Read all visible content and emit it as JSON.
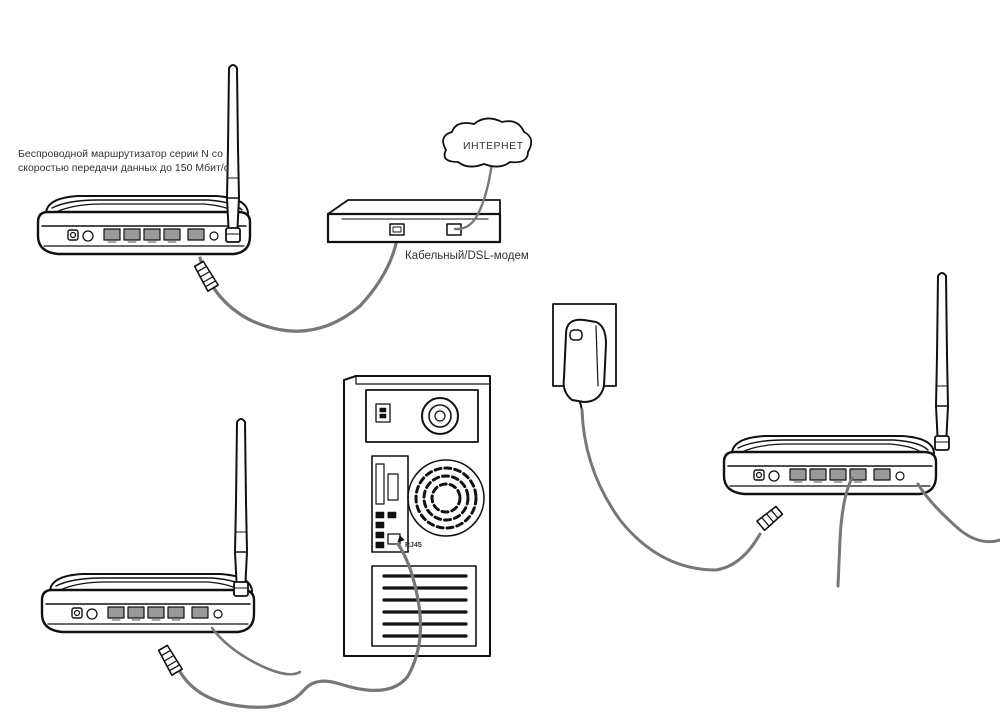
{
  "labels": {
    "router_line1": "Беспроводной маршрутизатор серии N со",
    "router_line2": "скоростью передачи данных до 150 Мбит/с",
    "modem": "Кабельный/DSL-модем",
    "internet": "ИНТЕРНЕТ",
    "rj45": "RJ45"
  },
  "colors": {
    "stroke": "#111111",
    "cable": "#777777",
    "port": "#9a9a9a",
    "fill": "#ffffff"
  },
  "icons": [
    "wireless-router",
    "antenna",
    "cable-dsl-modem",
    "internet-cloud",
    "desktop-pc-tower",
    "power-adapter",
    "ethernet-plug"
  ]
}
